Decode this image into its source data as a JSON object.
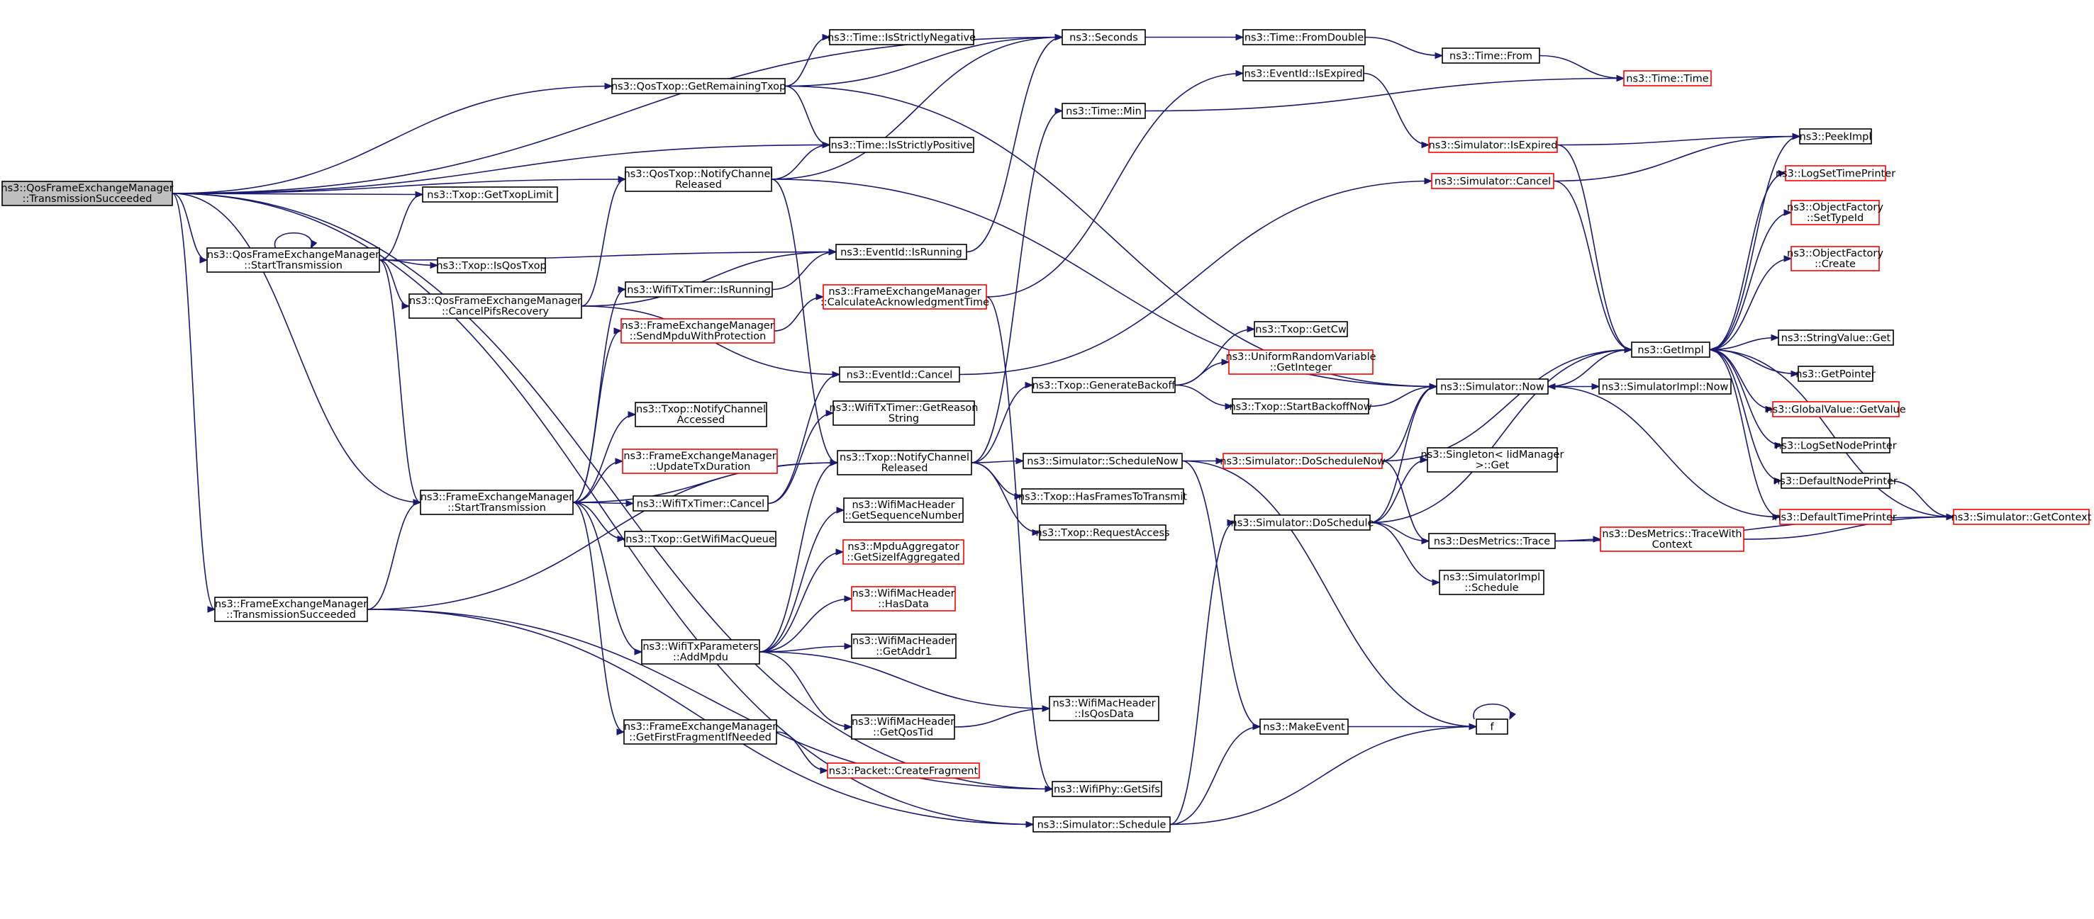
{
  "colors": {
    "edge": "#191970",
    "root_fill": "#bfbfbf",
    "node_fill": "#ffffff",
    "node_border": "#000000",
    "truncated_border": "#ff0000"
  },
  "nodes": [
    {
      "id": "root",
      "lines": [
        "ns3::QosFrameExchangeManager",
        "::TransmissionSucceeded"
      ],
      "style": "root"
    },
    {
      "id": "qos_st",
      "lines": [
        "ns3::QosFrameExchangeManager",
        "::StartTransmission"
      ],
      "style": "normal"
    },
    {
      "id": "qos_cancelpifs",
      "lines": [
        "ns3::QosFrameExchangeManager",
        "::CancelPifsRecovery"
      ],
      "style": "normal"
    },
    {
      "id": "fem_st",
      "lines": [
        "ns3::FrameExchangeManager",
        "::StartTransmission"
      ],
      "style": "normal"
    },
    {
      "id": "fem_ts",
      "lines": [
        "ns3::FrameExchangeManager",
        "::TransmissionSucceeded"
      ],
      "style": "normal"
    },
    {
      "id": "seconds",
      "lines": [
        "ns3::Seconds"
      ],
      "style": "normal"
    },
    {
      "id": "isneg",
      "lines": [
        "ns3::Time::IsStrictlyNegative"
      ],
      "style": "normal"
    },
    {
      "id": "getremtxop",
      "lines": [
        "ns3::QosTxop::GetRemainingTxop"
      ],
      "style": "normal"
    },
    {
      "id": "ispos",
      "lines": [
        "ns3::Time::IsStrictlyPositive"
      ],
      "style": "normal"
    },
    {
      "id": "qos_notify",
      "lines": [
        "ns3::QosTxop::NotifyChannel",
        "Released"
      ],
      "style": "normal"
    },
    {
      "id": "gettxoplimit",
      "lines": [
        "ns3::Txop::GetTxopLimit"
      ],
      "style": "normal"
    },
    {
      "id": "isqostxop",
      "lines": [
        "ns3::Txop::IsQosTxop"
      ],
      "style": "normal"
    },
    {
      "id": "isrunning",
      "lines": [
        "ns3::EventId::IsRunning"
      ],
      "style": "normal"
    },
    {
      "id": "wt_isrunning",
      "lines": [
        "ns3::WifiTxTimer::IsRunning"
      ],
      "style": "normal"
    },
    {
      "id": "sendmpdu",
      "lines": [
        "ns3::FrameExchangeManager",
        "::SendMpduWithProtection"
      ],
      "style": "truncated"
    },
    {
      "id": "calcack",
      "lines": [
        "ns3::FrameExchangeManager",
        "::CalculateAcknowledgmentTime"
      ],
      "style": "truncated"
    },
    {
      "id": "ev_cancel",
      "lines": [
        "ns3::EventId::Cancel"
      ],
      "style": "normal"
    },
    {
      "id": "txop_notifyacc",
      "lines": [
        "ns3::Txop::NotifyChannel",
        "Accessed"
      ],
      "style": "normal"
    },
    {
      "id": "updatetx",
      "lines": [
        "ns3::FrameExchangeManager",
        "::UpdateTxDuration"
      ],
      "style": "truncated"
    },
    {
      "id": "wt_cancel",
      "lines": [
        "ns3::WifiTxTimer::Cancel"
      ],
      "style": "normal"
    },
    {
      "id": "getwifimacq",
      "lines": [
        "ns3::Txop::GetWifiMacQueue"
      ],
      "style": "normal"
    },
    {
      "id": "wt_reason",
      "lines": [
        "ns3::WifiTxTimer::GetReason",
        "String"
      ],
      "style": "normal"
    },
    {
      "id": "txop_notifyrel",
      "lines": [
        "ns3::Txop::NotifyChannel",
        "Released"
      ],
      "style": "normal"
    },
    {
      "id": "getseq",
      "lines": [
        "ns3::WifiMacHeader",
        "::GetSequenceNumber"
      ],
      "style": "normal"
    },
    {
      "id": "getsizeif",
      "lines": [
        "ns3::MpduAggregator",
        "::GetSizeIfAggregated"
      ],
      "style": "truncated"
    },
    {
      "id": "hasdata",
      "lines": [
        "ns3::WifiMacHeader",
        "::HasData"
      ],
      "style": "truncated"
    },
    {
      "id": "addmpdu",
      "lines": [
        "ns3::WifiTxParameters",
        "::AddMpdu"
      ],
      "style": "normal"
    },
    {
      "id": "getaddr1",
      "lines": [
        "ns3::WifiMacHeader",
        "::GetAddr1"
      ],
      "style": "normal"
    },
    {
      "id": "getqostid",
      "lines": [
        "ns3::WifiMacHeader",
        "::GetQosTid"
      ],
      "style": "normal"
    },
    {
      "id": "isqosdata",
      "lines": [
        "ns3::WifiMacHeader",
        "::IsQosData"
      ],
      "style": "normal"
    },
    {
      "id": "getfirstfrag",
      "lines": [
        "ns3::FrameExchangeManager",
        "::GetFirstFragmentIfNeeded"
      ],
      "style": "normal"
    },
    {
      "id": "createfrag",
      "lines": [
        "ns3::Packet::CreateFragment"
      ],
      "style": "truncated"
    },
    {
      "id": "getsifs",
      "lines": [
        "ns3::WifiPhy::GetSifs"
      ],
      "style": "normal"
    },
    {
      "id": "sim_schedule",
      "lines": [
        "ns3::Simulator::Schedule"
      ],
      "style": "normal"
    },
    {
      "id": "timemin",
      "lines": [
        "ns3::Time::Min"
      ],
      "style": "normal"
    },
    {
      "id": "fromdouble",
      "lines": [
        "ns3::Time::FromDouble"
      ],
      "style": "normal"
    },
    {
      "id": "timefrom",
      "lines": [
        "ns3::Time::From"
      ],
      "style": "normal"
    },
    {
      "id": "timetime",
      "lines": [
        "ns3::Time::Time"
      ],
      "style": "truncated"
    },
    {
      "id": "ev_isexpired",
      "lines": [
        "ns3::EventId::IsExpired"
      ],
      "style": "normal"
    },
    {
      "id": "sim_isexpired",
      "lines": [
        "ns3::Simulator::IsExpired"
      ],
      "style": "truncated"
    },
    {
      "id": "sim_cancel",
      "lines": [
        "ns3::Simulator::Cancel"
      ],
      "style": "truncated"
    },
    {
      "id": "txop_genbackoff",
      "lines": [
        "ns3::Txop::GenerateBackoff"
      ],
      "style": "normal"
    },
    {
      "id": "getcw",
      "lines": [
        "ns3::Txop::GetCw"
      ],
      "style": "normal"
    },
    {
      "id": "getinteger",
      "lines": [
        "ns3::UniformRandomVariable",
        "::GetInteger"
      ],
      "style": "truncated"
    },
    {
      "id": "startbackoff",
      "lines": [
        "ns3::Txop::StartBackoffNow"
      ],
      "style": "normal"
    },
    {
      "id": "schedulenow",
      "lines": [
        "ns3::Simulator::ScheduleNow"
      ],
      "style": "normal"
    },
    {
      "id": "hasframes",
      "lines": [
        "ns3::Txop::HasFramesToTransmit"
      ],
      "style": "normal"
    },
    {
      "id": "requestaccess",
      "lines": [
        "ns3::Txop::RequestAccess"
      ],
      "style": "normal"
    },
    {
      "id": "doschedulenow",
      "lines": [
        "ns3::Simulator::DoScheduleNow"
      ],
      "style": "truncated"
    },
    {
      "id": "sim_now",
      "lines": [
        "ns3::Simulator::Now"
      ],
      "style": "normal"
    },
    {
      "id": "singleton",
      "lines": [
        "ns3::Singleton< IidManager",
        ">::Get"
      ],
      "style": "normal"
    },
    {
      "id": "doschedule",
      "lines": [
        "ns3::Simulator::DoSchedule"
      ],
      "style": "normal"
    },
    {
      "id": "desm_trace",
      "lines": [
        "ns3::DesMetrics::Trace"
      ],
      "style": "normal"
    },
    {
      "id": "simimpl_sched",
      "lines": [
        "ns3::SimulatorImpl",
        "::Schedule"
      ],
      "style": "normal"
    },
    {
      "id": "makeevent",
      "lines": [
        "ns3::MakeEvent"
      ],
      "style": "normal"
    },
    {
      "id": "f",
      "lines": [
        "f"
      ],
      "style": "normal"
    },
    {
      "id": "simimpl_now",
      "lines": [
        "ns3::SimulatorImpl::Now"
      ],
      "style": "normal"
    },
    {
      "id": "getimpl",
      "lines": [
        "ns3::GetImpl"
      ],
      "style": "normal"
    },
    {
      "id": "peekimpl",
      "lines": [
        "ns3::PeekImpl"
      ],
      "style": "normal"
    },
    {
      "id": "logsettime",
      "lines": [
        "ns3::LogSetTimePrinter"
      ],
      "style": "truncated"
    },
    {
      "id": "of_settypeid",
      "lines": [
        "ns3::ObjectFactory",
        "::SetTypeId"
      ],
      "style": "truncated"
    },
    {
      "id": "of_create",
      "lines": [
        "ns3::ObjectFactory",
        "::Create"
      ],
      "style": "truncated"
    },
    {
      "id": "stringvalue",
      "lines": [
        "ns3::StringValue::Get"
      ],
      "style": "normal"
    },
    {
      "id": "getpointer",
      "lines": [
        "ns3::GetPointer"
      ],
      "style": "normal"
    },
    {
      "id": "globalvalue",
      "lines": [
        "ns3::GlobalValue::GetValue"
      ],
      "style": "truncated"
    },
    {
      "id": "logsetnode",
      "lines": [
        "ns3::LogSetNodePrinter"
      ],
      "style": "normal"
    },
    {
      "id": "defaultnode",
      "lines": [
        "ns3::DefaultNodePrinter"
      ],
      "style": "normal"
    },
    {
      "id": "defaulttime",
      "lines": [
        "ns3::DefaultTimePrinter"
      ],
      "style": "truncated"
    },
    {
      "id": "desm_tracewith",
      "lines": [
        "ns3::DesMetrics::TraceWith",
        "Context"
      ],
      "style": "truncated"
    },
    {
      "id": "getcontext",
      "lines": [
        "ns3::Simulator::GetContext"
      ],
      "style": "truncated"
    }
  ],
  "edges": [
    [
      "root",
      "seconds"
    ],
    [
      "root",
      "getremtxop"
    ],
    [
      "root",
      "ispos"
    ],
    [
      "root",
      "qos_notify"
    ],
    [
      "root",
      "gettxoplimit"
    ],
    [
      "root",
      "qos_st"
    ],
    [
      "root",
      "fem_ts"
    ],
    [
      "root",
      "fem_st"
    ],
    [
      "root",
      "getsifs"
    ],
    [
      "root",
      "sim_schedule"
    ],
    [
      "qos_st",
      "qos_st"
    ],
    [
      "qos_st",
      "gettxoplimit"
    ],
    [
      "qos_st",
      "isqostxop"
    ],
    [
      "qos_st",
      "isrunning"
    ],
    [
      "qos_st",
      "qos_cancelpifs"
    ],
    [
      "qos_st",
      "fem_st"
    ],
    [
      "getremtxop",
      "isneg"
    ],
    [
      "getremtxop",
      "seconds"
    ],
    [
      "getremtxop",
      "ispos"
    ],
    [
      "getremtxop",
      "sim_now"
    ],
    [
      "qos_notify",
      "ispos"
    ],
    [
      "qos_notify",
      "txop_notifyrel"
    ],
    [
      "qos_notify",
      "sim_now"
    ],
    [
      "qos_notify",
      "seconds"
    ],
    [
      "qos_cancelpifs",
      "qos_notify"
    ],
    [
      "qos_cancelpifs",
      "isrunning"
    ],
    [
      "qos_cancelpifs",
      "ev_cancel"
    ],
    [
      "fem_st",
      "wt_isrunning"
    ],
    [
      "fem_st",
      "sendmpdu"
    ],
    [
      "fem_st",
      "txop_notifyacc"
    ],
    [
      "fem_st",
      "updatetx"
    ],
    [
      "fem_st",
      "wt_cancel"
    ],
    [
      "fem_st",
      "getwifimacq"
    ],
    [
      "fem_st",
      "txop_notifyrel"
    ],
    [
      "fem_st",
      "addmpdu"
    ],
    [
      "fem_st",
      "getfirstfrag"
    ],
    [
      "fem_ts",
      "fem_st"
    ],
    [
      "fem_ts",
      "txop_notifyrel"
    ],
    [
      "fem_ts",
      "getsifs"
    ],
    [
      "fem_ts",
      "sim_schedule"
    ],
    [
      "wt_isrunning",
      "isrunning"
    ],
    [
      "isrunning",
      "seconds"
    ],
    [
      "sendmpdu",
      "calcack"
    ],
    [
      "calcack",
      "ev_isexpired"
    ],
    [
      "calcack",
      "getsifs"
    ],
    [
      "wt_cancel",
      "ev_cancel"
    ],
    [
      "wt_cancel",
      "wt_reason"
    ],
    [
      "ev_cancel",
      "sim_cancel"
    ],
    [
      "addmpdu",
      "getseq"
    ],
    [
      "addmpdu",
      "getsizeif"
    ],
    [
      "addmpdu",
      "hasdata"
    ],
    [
      "addmpdu",
      "getaddr1"
    ],
    [
      "addmpdu",
      "getqostid"
    ],
    [
      "addmpdu",
      "isqosdata"
    ],
    [
      "addmpdu",
      "txop_notifyrel"
    ],
    [
      "getqostid",
      "isqosdata"
    ],
    [
      "getfirstfrag",
      "createfrag"
    ],
    [
      "txop_notifyrel",
      "txop_genbackoff"
    ],
    [
      "txop_notifyrel",
      "schedulenow"
    ],
    [
      "txop_notifyrel",
      "hasframes"
    ],
    [
      "txop_notifyrel",
      "requestaccess"
    ],
    [
      "txop_notifyrel",
      "timemin"
    ],
    [
      "timemin",
      "timetime"
    ],
    [
      "seconds",
      "fromdouble"
    ],
    [
      "fromdouble",
      "timefrom"
    ],
    [
      "timefrom",
      "timetime"
    ],
    [
      "ev_isexpired",
      "sim_isexpired"
    ],
    [
      "sim_isexpired",
      "peekimpl"
    ],
    [
      "sim_isexpired",
      "getimpl"
    ],
    [
      "sim_cancel",
      "peekimpl"
    ],
    [
      "sim_cancel",
      "getimpl"
    ],
    [
      "txop_genbackoff",
      "getcw"
    ],
    [
      "txop_genbackoff",
      "getinteger"
    ],
    [
      "txop_genbackoff",
      "startbackoff"
    ],
    [
      "startbackoff",
      "sim_now"
    ],
    [
      "schedulenow",
      "doschedulenow"
    ],
    [
      "schedulenow",
      "makeevent"
    ],
    [
      "schedulenow",
      "f"
    ],
    [
      "doschedulenow",
      "sim_now"
    ],
    [
      "doschedulenow",
      "getimpl"
    ],
    [
      "doschedulenow",
      "desm_trace"
    ],
    [
      "sim_schedule",
      "doschedule"
    ],
    [
      "sim_schedule",
      "makeevent"
    ],
    [
      "sim_schedule",
      "f"
    ],
    [
      "doschedule",
      "sim_now"
    ],
    [
      "doschedule",
      "singleton"
    ],
    [
      "doschedule",
      "desm_trace"
    ],
    [
      "doschedule",
      "simimpl_sched"
    ],
    [
      "doschedule",
      "getimpl"
    ],
    [
      "desm_trace",
      "desm_tracewith"
    ],
    [
      "desm_trace",
      "getcontext"
    ],
    [
      "desm_tracewith",
      "getcontext"
    ],
    [
      "makeevent",
      "f"
    ],
    [
      "f",
      "f"
    ],
    [
      "sim_now",
      "simimpl_now"
    ],
    [
      "sim_now",
      "getimpl"
    ],
    [
      "getimpl",
      "peekimpl"
    ],
    [
      "getimpl",
      "logsettime"
    ],
    [
      "getimpl",
      "of_settypeid"
    ],
    [
      "getimpl",
      "of_create"
    ],
    [
      "getimpl",
      "stringvalue"
    ],
    [
      "getimpl",
      "getpointer"
    ],
    [
      "getimpl",
      "globalvalue"
    ],
    [
      "getimpl",
      "logsetnode"
    ],
    [
      "getimpl",
      "defaultnode"
    ],
    [
      "getimpl",
      "defaulttime"
    ],
    [
      "defaultnode",
      "getcontext"
    ],
    [
      "getcontext",
      "getimpl"
    ],
    [
      "defaulttime",
      "sim_now"
    ]
  ]
}
